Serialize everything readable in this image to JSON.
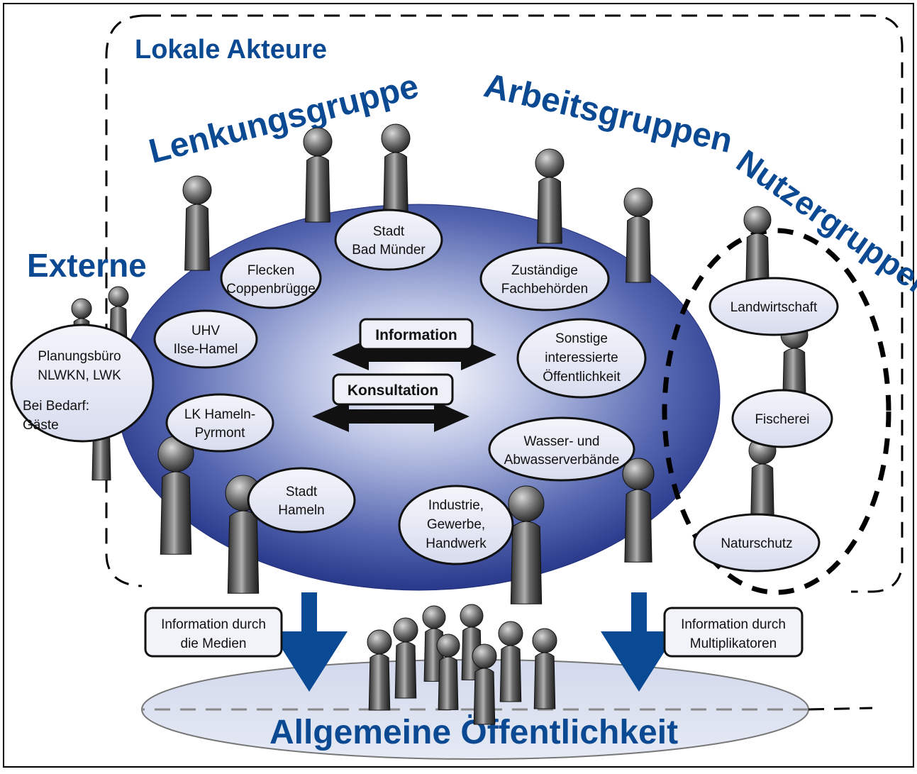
{
  "titles": {
    "lokale_akteure": "Lokale Akteure",
    "lenkungsgruppe": "Lenkungsgruppe",
    "arbeitsgruppen": "Arbeitsgruppen",
    "nutzergruppen": "Nutzergruppen",
    "externe": "Externe",
    "allgemeine_oeffentlichkeit": "Allgemeine Öffentlichkeit"
  },
  "center_arrows": {
    "information": "Information",
    "konsultation": "Konsultation"
  },
  "actors": {
    "stadt_bad_muender": [
      "Stadt",
      "Bad Münder"
    ],
    "flecken_coppenbruegge": [
      "Flecken",
      "Coppenbrügge"
    ],
    "uhv_ilse_hamel": [
      "UHV",
      "Ilse-Hamel"
    ],
    "lk_hameln_pyrmont": [
      "LK Hameln-",
      "Pyrmont"
    ],
    "stadt_hameln": [
      "Stadt",
      "Hameln"
    ],
    "zustaendige_fachbehoerden": [
      "Zuständige",
      "Fachbehörden"
    ],
    "sonstige_oeffentlichkeit": [
      "Sonstige",
      "interessierte",
      "Öffentlichkeit"
    ],
    "wasser_abwasser": [
      "Wasser- und",
      "Abwasserverbände"
    ],
    "industrie_gewerbe": [
      "Industrie,",
      "Gewerbe,",
      "Handwerk"
    ]
  },
  "nutzergruppen_items": {
    "landwirtschaft": "Landwirtschaft",
    "fischerei": "Fischerei",
    "naturschutz": "Naturschutz"
  },
  "externe_items": {
    "line1": "Planungsbüro",
    "line2": "NLWKN, LWK",
    "line3": "Bei Bedarf:",
    "line4": "Gäste"
  },
  "info_boxes": {
    "medien": [
      "Information durch",
      "die Medien"
    ],
    "multiplikatoren": [
      "Information durch",
      "Multiplikatoren"
    ]
  },
  "colors": {
    "title_blue": "#0b4a93",
    "oval_center": "#ffffff",
    "oval_edge": "#2a3f8f",
    "arrow_blue": "#0a4a94",
    "bubble_fill": "#e8eaf6"
  }
}
